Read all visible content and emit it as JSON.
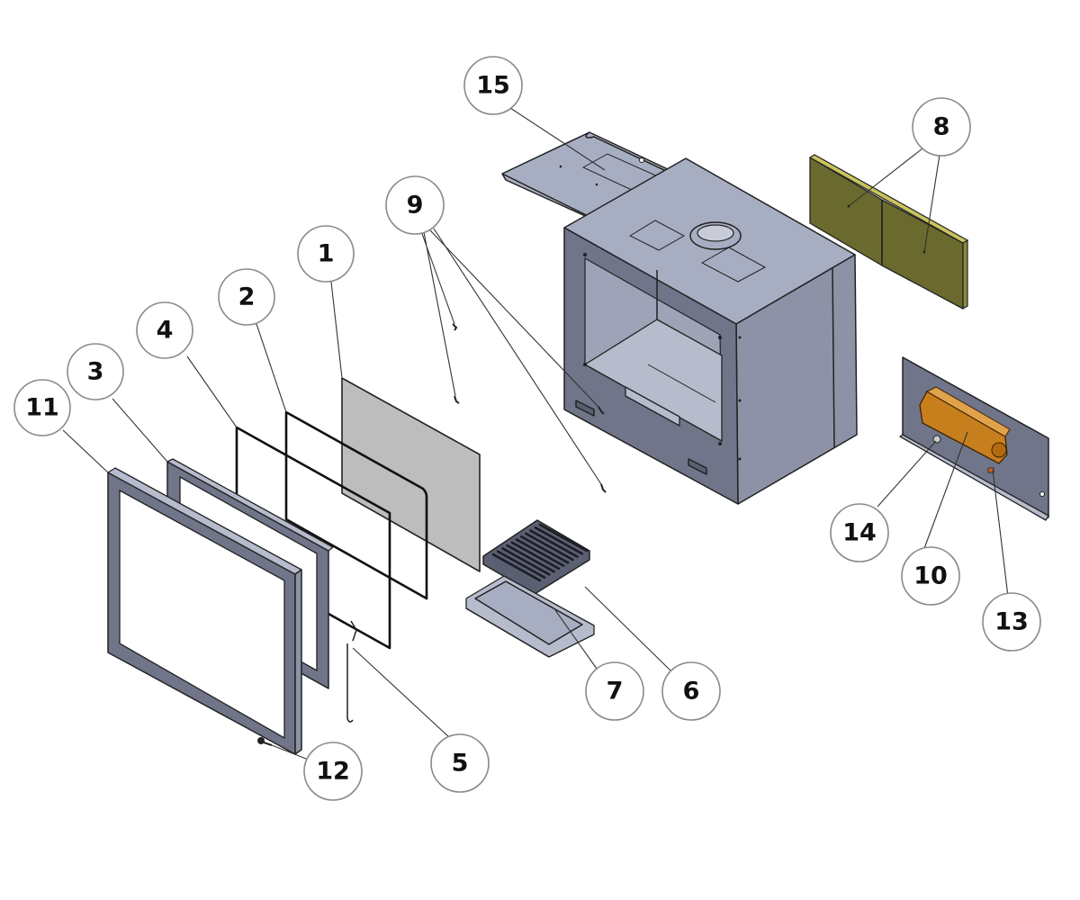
{
  "diagram": {
    "title": "",
    "type": "exploded-parts-view",
    "subject": "Fireplace insert assembly",
    "colors": {
      "steel": "#a8aec2",
      "steel_dark": "#707589",
      "vermiculite": "#6b6a2e",
      "vermiculite_edge": "#c9c45c",
      "fan": "#c77f1e",
      "glass": "#bdbdbd",
      "callout_border": "#8a8a8a",
      "callout_text": "#111111",
      "background": "#ffffff"
    },
    "callouts": [
      {
        "id": "callout-1",
        "label": "1",
        "part": "glass-panel"
      },
      {
        "id": "callout-2",
        "label": "2",
        "part": "glass-gasket"
      },
      {
        "id": "callout-3",
        "label": "3",
        "part": "inner-door-frame"
      },
      {
        "id": "callout-4",
        "label": "4",
        "part": "door-gasket"
      },
      {
        "id": "callout-5",
        "label": "5",
        "part": "door-handle"
      },
      {
        "id": "callout-6",
        "label": "6",
        "part": "grate"
      },
      {
        "id": "callout-7",
        "label": "7",
        "part": "ash-tray"
      },
      {
        "id": "callout-8",
        "label": "8",
        "part": "vermiculite-panels",
        "leader_count": 2
      },
      {
        "id": "callout-9",
        "label": "9",
        "part": "fasteners",
        "leader_count": 4
      },
      {
        "id": "callout-10",
        "label": "10",
        "part": "blower-fan"
      },
      {
        "id": "callout-11",
        "label": "11",
        "part": "outer-door-frame"
      },
      {
        "id": "callout-12",
        "label": "12",
        "part": "door-screw"
      },
      {
        "id": "callout-13",
        "label": "13",
        "part": "thermostat-switch"
      },
      {
        "id": "callout-14",
        "label": "14",
        "part": "control-knob"
      },
      {
        "id": "callout-15",
        "label": "15",
        "part": "top-deflector-plate"
      }
    ]
  }
}
